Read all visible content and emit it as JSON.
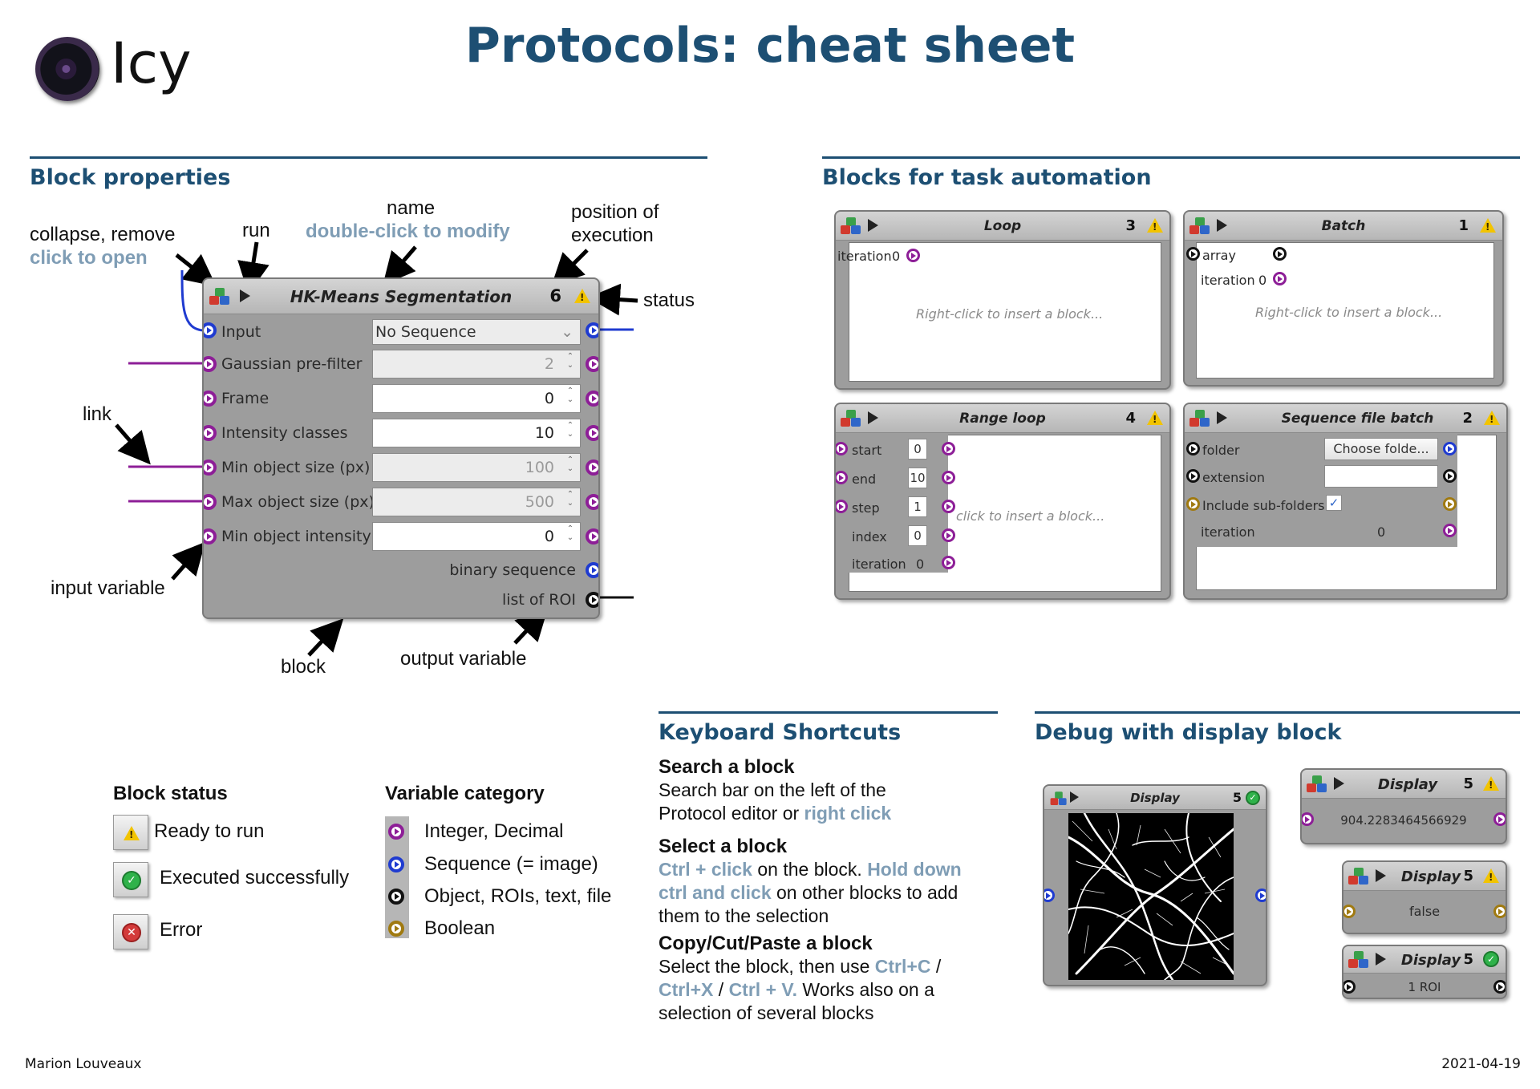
{
  "brand": {
    "name": "Icy"
  },
  "title": "Protocols: cheat sheet",
  "sections": {
    "block_properties": "Block properties",
    "task_automation": "Blocks for task automation",
    "keyboard": "Keyboard Shortcuts",
    "debug": "Debug with display block"
  },
  "annotations": {
    "collapse": "collapse, remove",
    "click_open": "click to open",
    "run": "run",
    "name": "name",
    "name_modify": "double-click to modify",
    "position_line1": "position of",
    "position_line2": "execution",
    "status": "status",
    "link": "link",
    "input_variable": "input variable",
    "block": "block",
    "output_variable": "output variable"
  },
  "main_block": {
    "title": "HK-Means Segmentation",
    "order": "6",
    "inputs": [
      {
        "label": "Input",
        "value": "No Sequence"
      },
      {
        "label": "Gaussian pre-filter",
        "value": "2"
      },
      {
        "label": "Frame",
        "value": "0"
      },
      {
        "label": "Intensity classes",
        "value": "10"
      },
      {
        "label": "Min object size (px)",
        "value": "100"
      },
      {
        "label": "Max object size (px)",
        "value": "500"
      },
      {
        "label": "Min object intensity",
        "value": "0"
      }
    ],
    "outputs": [
      {
        "label": "binary sequence"
      },
      {
        "label": "list of ROI"
      }
    ]
  },
  "automation": {
    "loop": {
      "title": "Loop",
      "order": "3",
      "iteration_label": "iteration",
      "iteration_value": "0",
      "hint": "Right-click to insert a block..."
    },
    "batch": {
      "title": "Batch",
      "order": "1",
      "array_label": "array",
      "iteration_label": "iteration",
      "iteration_value": "0",
      "hint": "Right-click to insert a block..."
    },
    "range_loop": {
      "title": "Range loop",
      "order": "4",
      "rows": [
        {
          "label": "start",
          "value": "0"
        },
        {
          "label": "end",
          "value": "10"
        },
        {
          "label": "step",
          "value": "1"
        },
        {
          "label": "index",
          "value": "0"
        }
      ],
      "iteration_label": "iteration",
      "iteration_value": "0",
      "hint": "click to insert a block..."
    },
    "file_batch": {
      "title": "Sequence file batch",
      "order": "2",
      "folder_label": "folder",
      "folder_button": "Choose folde...",
      "extension_label": "extension",
      "subfolders_label": "Include sub-folders",
      "check": "✓",
      "iteration_label": "iteration",
      "iteration_value": "0"
    }
  },
  "block_status": {
    "title": "Block status",
    "items": [
      {
        "label": "Ready to run",
        "glyph": "!"
      },
      {
        "label": "Executed successfully",
        "glyph": "✓"
      },
      {
        "label": "Error",
        "glyph": "✕"
      }
    ]
  },
  "variable_category": {
    "title": "Variable category",
    "items": [
      {
        "label": "Integer, Decimal"
      },
      {
        "label": "Sequence (= image)"
      },
      {
        "label": "Object, ROIs, text, file"
      },
      {
        "label": "Boolean"
      }
    ]
  },
  "keyboard": {
    "search": {
      "title": "Search a block",
      "l1": "Search bar on the left of the",
      "l2a": "Protocol editor or ",
      "l2b": "right click"
    },
    "select": {
      "title": "Select a block",
      "l1a": "Ctrl + click",
      "l1b": " on the block. ",
      "l1c": "Hold down",
      "l2a": "ctrl and click",
      "l2b": " on other blocks to add",
      "l3": "them to the selection"
    },
    "copy": {
      "title": "Copy/Cut/Paste a block",
      "l1a": "Select the block, then use ",
      "l1b": "Ctrl+C",
      "l1c": " /",
      "l2a": "Ctrl+X",
      "l2b": " / ",
      "l2c": "Ctrl + V.",
      "l2d": " Works also on a",
      "l3": "selection of several blocks"
    }
  },
  "debug": {
    "image_display": {
      "title": "Display",
      "order": "5"
    },
    "value_display": {
      "title": "Display",
      "order": "5",
      "value": "904.2283464566929"
    },
    "bool_display": {
      "title": "Display",
      "order": "5",
      "value": "false"
    },
    "roi_display": {
      "title": "Display",
      "order": "5",
      "value": "1 ROI"
    }
  },
  "footer": {
    "author": "Marion Louveaux",
    "date": "2021-04-19"
  },
  "colors": {
    "heading": "#1d4f73",
    "highlight": "#7f9db5",
    "integer_port": "#8d1e97",
    "sequence_port": "#1f3bd0",
    "object_port": "#111111",
    "boolean_port": "#a07a10"
  }
}
